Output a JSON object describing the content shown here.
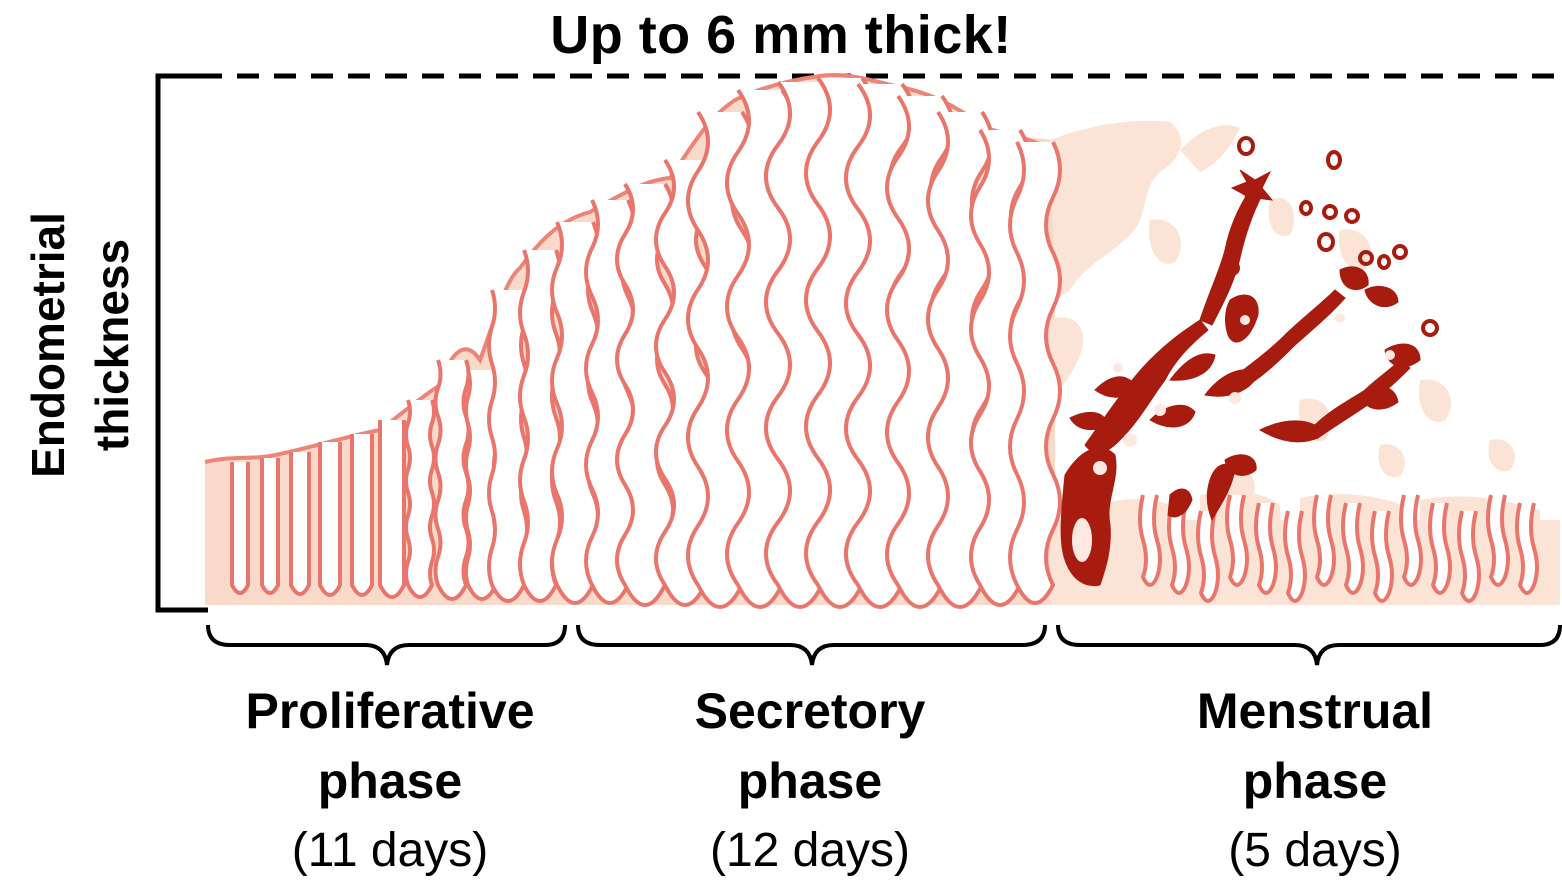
{
  "title": "Up to 6 mm thick!",
  "y_axis_label": [
    "Endometrial",
    "thickness"
  ],
  "phases": [
    {
      "name": [
        "Proliferative",
        "phase"
      ],
      "duration": "(11 days)"
    },
    {
      "name": [
        "Secretory",
        "phase"
      ],
      "duration": "(12 days)"
    },
    {
      "name": [
        "Menstrual",
        "phase"
      ],
      "duration": "(5 days)"
    }
  ],
  "colors": {
    "tissue_fill": "#f8d8c8",
    "gland_outline": "#e8766c",
    "blood": "#a81c10",
    "text": "#000000"
  }
}
